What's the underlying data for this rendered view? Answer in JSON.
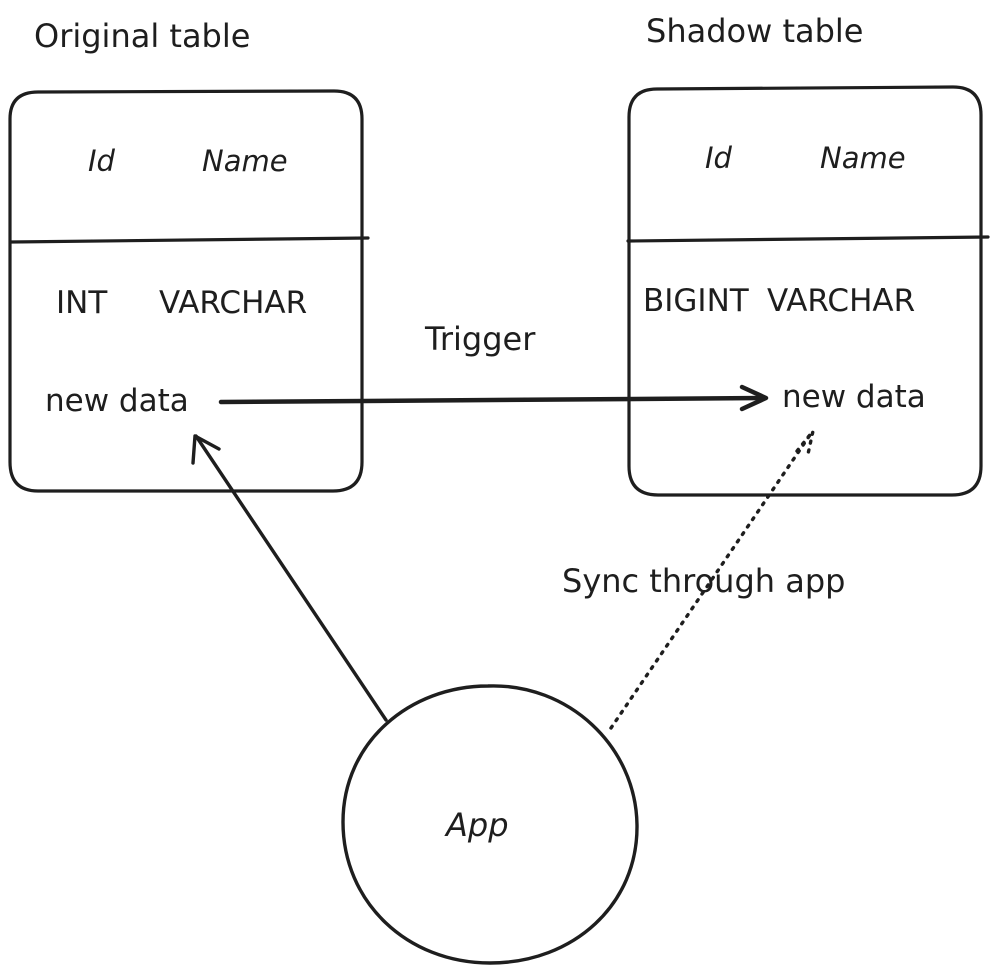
{
  "original_table": {
    "title": "Original table",
    "col_id": "Id",
    "col_name": "Name",
    "type_id": "INT",
    "type_name": "VARCHAR",
    "row": "new data"
  },
  "shadow_table": {
    "title": "Shadow table",
    "col_id": "Id",
    "col_name": "Name",
    "type_id": "BIGINT",
    "type_name": "VARCHAR",
    "row": "new data"
  },
  "edges": {
    "trigger_label": "Trigger",
    "sync_label": "Sync through app"
  },
  "app": {
    "label": "App"
  },
  "colors": {
    "stroke": "#1e1e1e",
    "background": "#ffffff"
  }
}
